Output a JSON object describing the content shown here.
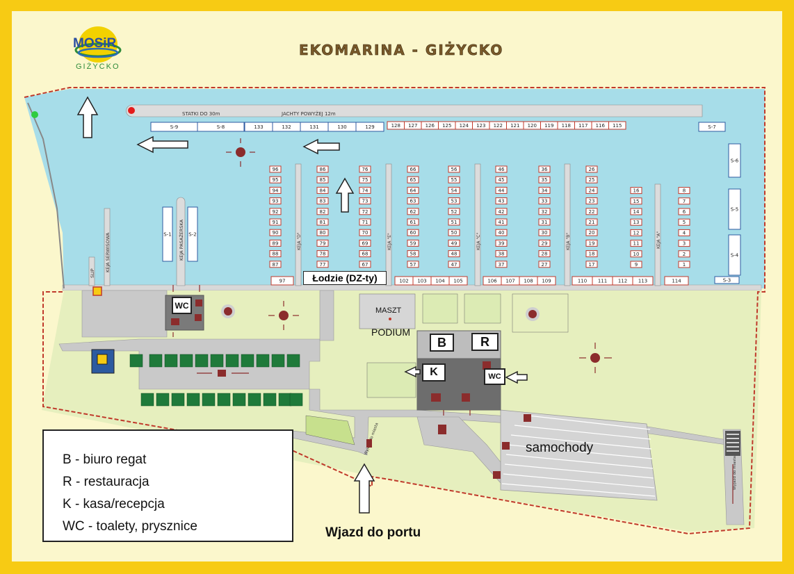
{
  "title": "EKOMARINA - GIŻYCKO",
  "logo": {
    "text": "MOSiR",
    "city": "GIŻYCKO"
  },
  "labels": {
    "statki": "STATKI DO 30m",
    "jachty": "JACHTY POWYŻEJ 12m",
    "lodzie": "Łodzie (DZ-ty)",
    "maszt": "MASZT",
    "podium": "PODIUM",
    "samochody": "samochody",
    "wjazd": "Wjazd do portu",
    "slip": "SLIP",
    "keja_serwisowa": "KEJA SERWISOWA",
    "keja_pasazerska": "KEJA PASAŻERSKA",
    "keja_d": "KEJA \"D\"",
    "keja_e": "KEJA \"E\"",
    "keja_c": "KEJA \"C\"",
    "keja_b": "KEJA \"B\"",
    "keja_a": "KEJA \"A\"",
    "wyjazd1": "Wyjazd do miasta",
    "wyjazd2": "Wyjazd do miasta"
  },
  "buildings": {
    "b": "B",
    "r": "R",
    "k": "K",
    "wc1": "WC",
    "wc2": "WC"
  },
  "legend": [
    "B - biuro regat",
    "R - restauracja",
    "K - kasa/recepcja",
    "WC - toalety, prysznice"
  ],
  "berths": {
    "s_top": [
      "S-9",
      "S-8"
    ],
    "top_blue": [
      "133",
      "132",
      "131",
      "130",
      "129"
    ],
    "top_red": [
      "128",
      "127",
      "126",
      "125",
      "124",
      "123",
      "122",
      "121",
      "120",
      "119",
      "118",
      "117",
      "116",
      "115"
    ],
    "s7": "S-7",
    "s_right": [
      "S-6",
      "S-5",
      "S-4"
    ],
    "s3": "S-3",
    "s_left": [
      "S-1",
      "S-2"
    ],
    "bottom": [
      "97",
      "102",
      "103",
      "104",
      "105",
      "106",
      "107",
      "108",
      "109",
      "110",
      "111",
      "112",
      "113",
      "114"
    ],
    "pier_d_left": [
      "96",
      "95",
      "94",
      "93",
      "92",
      "91",
      "90",
      "89",
      "88",
      "87"
    ],
    "pier_d_right": [
      "86",
      "85",
      "84",
      "83",
      "82",
      "81",
      "80",
      "79",
      "78",
      "77"
    ],
    "pier_e_left": [
      "76",
      "75",
      "74",
      "73",
      "72",
      "71",
      "70",
      "69",
      "68",
      "67"
    ],
    "pier_e_right": [
      "66",
      "65",
      "64",
      "63",
      "62",
      "61",
      "60",
      "59",
      "58",
      "57"
    ],
    "pier_c_left": [
      "56",
      "55",
      "54",
      "53",
      "52",
      "51",
      "50",
      "49",
      "48",
      "47"
    ],
    "pier_c_right": [
      "46",
      "45",
      "44",
      "43",
      "42",
      "41",
      "40",
      "39",
      "38",
      "37"
    ],
    "pier_b_left": [
      "36",
      "35",
      "34",
      "33",
      "32",
      "31",
      "30",
      "29",
      "28",
      "27"
    ],
    "pier_b_right": [
      "26",
      "25",
      "24",
      "23",
      "22",
      "21",
      "20",
      "19",
      "18",
      "17"
    ],
    "pier_a_left": [
      "16",
      "15",
      "14",
      "13",
      "12",
      "11",
      "10",
      "9"
    ],
    "pier_a_right": [
      "8",
      "7",
      "6",
      "5",
      "4",
      "3",
      "2",
      "1"
    ]
  },
  "colors": {
    "frame": "#f7cb14",
    "water": "#a7dde9",
    "grass": "#e6efbe",
    "road": "#c9c9c9",
    "boundary": "#c0392b",
    "berth_red": "#c0392b",
    "berth_blue": "#2c5aa0"
  }
}
